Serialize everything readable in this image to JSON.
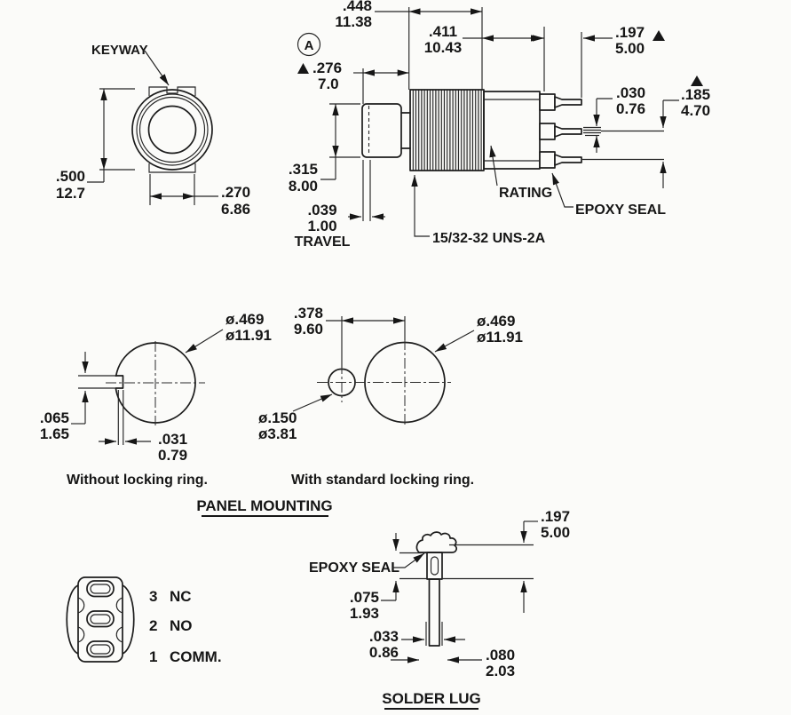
{
  "drawing": {
    "front": {
      "keyway_label": "KEYWAY",
      "height": {
        "in": ".500",
        "mm": "12.7"
      },
      "width": {
        "in": ".270",
        "mm": "6.86"
      }
    },
    "side": {
      "datum": "A",
      "thread_len": {
        "in": ".448",
        "mm": "11.38"
      },
      "body_len": {
        "in": ".411",
        "mm": "10.43"
      },
      "btn_ext": {
        "in": ".276",
        "mm": "7.0"
      },
      "term_len": {
        "in": ".197",
        "mm": "5.00"
      },
      "term_thk": {
        "in": ".030",
        "mm": "0.76"
      },
      "term_sp": {
        "in": ".185",
        "mm": "4.70"
      },
      "btn_dia": {
        "in": ".315",
        "mm": "8.00"
      },
      "travel": {
        "in": ".039",
        "mm": "1.00"
      },
      "travel_label": "TRAVEL",
      "rating_label": "RATING",
      "epoxy_label": "EPOXY SEAL",
      "thread_spec": "15/32-32 UNS-2A"
    },
    "panel": {
      "title": "PANEL MOUNTING",
      "left": {
        "dia": {
          "in": "ø.469",
          "mm": "ø11.91"
        },
        "key_h": {
          "in": ".065",
          "mm": "1.65"
        },
        "key_w": {
          "in": ".031",
          "mm": "0.79"
        },
        "caption": "Without locking ring."
      },
      "right": {
        "pitch": {
          "in": ".378",
          "mm": "9.60"
        },
        "hole": {
          "in": "ø.150",
          "mm": "ø3.81"
        },
        "dia": {
          "in": "ø.469",
          "mm": "ø11.91"
        },
        "caption": "With standard locking ring."
      }
    },
    "terminals": {
      "rows": [
        {
          "num": "3",
          "label": "NC"
        },
        {
          "num": "2",
          "label": "NO"
        },
        {
          "num": "1",
          "label": "COMM."
        }
      ]
    },
    "solder": {
      "title": "SOLDER LUG",
      "epoxy_label": "EPOXY SEAL",
      "seal_h": {
        "in": ".197",
        "mm": "5.00"
      },
      "lug_len": {
        "in": ".075",
        "mm": "1.93"
      },
      "pin_w": {
        "in": ".033",
        "mm": "0.86"
      },
      "lug_w": {
        "in": ".080",
        "mm": "2.03"
      }
    }
  }
}
